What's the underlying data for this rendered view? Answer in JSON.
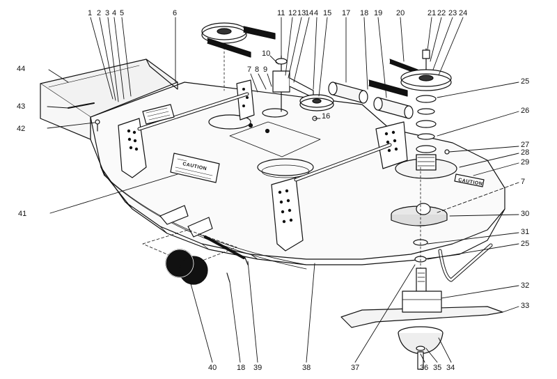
{
  "diagram": {
    "decals": {
      "caution_deck": "CAUTION",
      "caution_deck_right": "CAUTION"
    },
    "callouts": [
      {
        "id": "c1",
        "label": "1"
      },
      {
        "id": "c2",
        "label": "2"
      },
      {
        "id": "c3",
        "label": "3"
      },
      {
        "id": "c4a",
        "label": "4"
      },
      {
        "id": "c5",
        "label": "5"
      },
      {
        "id": "c6",
        "label": "6"
      },
      {
        "id": "c7a",
        "label": "7"
      },
      {
        "id": "c8",
        "label": "8"
      },
      {
        "id": "c9",
        "label": "9"
      },
      {
        "id": "c10",
        "label": "10"
      },
      {
        "id": "c11",
        "label": "11"
      },
      {
        "id": "c12",
        "label": "12"
      },
      {
        "id": "c13",
        "label": "13"
      },
      {
        "id": "c14",
        "label": "14"
      },
      {
        "id": "c4b",
        "label": "4"
      },
      {
        "id": "c15",
        "label": "15"
      },
      {
        "id": "c16",
        "label": "16"
      },
      {
        "id": "c17",
        "label": "17"
      },
      {
        "id": "c18a",
        "label": "18"
      },
      {
        "id": "c19",
        "label": "19"
      },
      {
        "id": "c20",
        "label": "20"
      },
      {
        "id": "c21",
        "label": "21"
      },
      {
        "id": "c22",
        "label": "22"
      },
      {
        "id": "c23",
        "label": "23"
      },
      {
        "id": "c24",
        "label": "24"
      },
      {
        "id": "c25a",
        "label": "25"
      },
      {
        "id": "c26",
        "label": "26"
      },
      {
        "id": "c27",
        "label": "27"
      },
      {
        "id": "c28",
        "label": "28"
      },
      {
        "id": "c29",
        "label": "29"
      },
      {
        "id": "c7b",
        "label": "7"
      },
      {
        "id": "c30",
        "label": "30"
      },
      {
        "id": "c31",
        "label": "31"
      },
      {
        "id": "c25b",
        "label": "25"
      },
      {
        "id": "c32",
        "label": "32"
      },
      {
        "id": "c33",
        "label": "33"
      },
      {
        "id": "c44",
        "label": "44"
      },
      {
        "id": "c43",
        "label": "43"
      },
      {
        "id": "c42",
        "label": "42"
      },
      {
        "id": "c41",
        "label": "41"
      },
      {
        "id": "c40",
        "label": "40"
      },
      {
        "id": "c18b",
        "label": "18"
      },
      {
        "id": "c39",
        "label": "39"
      },
      {
        "id": "c38",
        "label": "38"
      },
      {
        "id": "c37",
        "label": "37"
      },
      {
        "id": "c36",
        "label": "36"
      },
      {
        "id": "c35",
        "label": "35"
      },
      {
        "id": "c34",
        "label": "34"
      }
    ]
  }
}
